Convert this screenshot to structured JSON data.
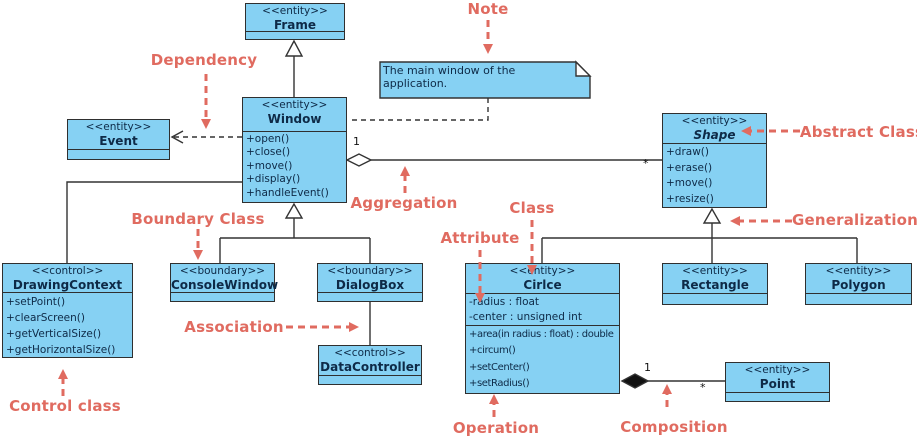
{
  "colors": {
    "class_fill": "#86D1F3",
    "class_border": "#2f2f2f",
    "class_text": "#0e2a47",
    "annotation_red": "#E06B60",
    "connector": "#333333",
    "background": "#ffffff"
  },
  "classes": {
    "frame": {
      "stereotype": "<<entity>>",
      "name": "Frame"
    },
    "window": {
      "stereotype": "<<entity>>",
      "name": "Window",
      "operations": [
        "+open()",
        "+close()",
        "+move()",
        "+display()",
        "+handleEvent()"
      ]
    },
    "event": {
      "stereotype": "<<entity>>",
      "name": "Event"
    },
    "shape": {
      "stereotype": "<<entity>>",
      "name": "Shape",
      "abstract": true,
      "operations": [
        "+draw()",
        "+erase()",
        "+move()",
        "+resize()"
      ]
    },
    "drawing_context": {
      "stereotype": "<<control>>",
      "name": "DrawingContext",
      "operations": [
        "+setPoint()",
        "+clearScreen()",
        "+getVerticalSize()",
        "+getHorizontalSize()"
      ]
    },
    "console_window": {
      "stereotype": "<<boundary>>",
      "name": "ConsoleWindow"
    },
    "dialog_box": {
      "stereotype": "<<boundary>>",
      "name": "DialogBox"
    },
    "data_controller": {
      "stereotype": "<<control>>",
      "name": "DataController"
    },
    "circle": {
      "stereotype": "<<entity>>",
      "name": "Cirlce",
      "attributes": [
        "-radius : float",
        "-center : unsigned int"
      ],
      "operations": [
        "+area(in radius : float) : double",
        "+circum()",
        "+setCenter()",
        "+setRadius()"
      ]
    },
    "rectangle": {
      "stereotype": "<<entity>>",
      "name": "Rectangle"
    },
    "polygon": {
      "stereotype": "<<entity>>",
      "name": "Polygon"
    },
    "point": {
      "stereotype": "<<entity>>",
      "name": "Point"
    }
  },
  "note": {
    "text": "The main window of the application."
  },
  "annotations": {
    "note": {
      "label": "Note"
    },
    "dependency": {
      "label": "Dependency"
    },
    "boundary_class": {
      "label": "Boundary Class"
    },
    "aggregation": {
      "label": "Aggregation"
    },
    "abstract_class": {
      "label": "Abstract Class"
    },
    "generalization": {
      "label": "Generalization"
    },
    "class": {
      "label": "Class"
    },
    "attribute": {
      "label": "Attribute"
    },
    "association": {
      "label": "Association"
    },
    "control_class": {
      "label": "Control class"
    },
    "operation": {
      "label": "Operation"
    },
    "composition": {
      "label": "Composition"
    }
  },
  "multiplicities": {
    "aggregation_source": "1",
    "aggregation_target": "*",
    "composition_source": "1",
    "composition_target": "*"
  },
  "relationships": [
    {
      "type": "generalization",
      "from": "Window",
      "to": "Frame"
    },
    {
      "type": "dependency",
      "from": "Window",
      "to": "Event"
    },
    {
      "type": "aggregation",
      "from": "Window",
      "to": "Shape",
      "source_mult": "1",
      "target_mult": "*"
    },
    {
      "type": "association",
      "from": "Window",
      "to": "DrawingContext"
    },
    {
      "type": "generalization",
      "from": "ConsoleWindow",
      "to": "Window"
    },
    {
      "type": "generalization",
      "from": "DialogBox",
      "to": "Window"
    },
    {
      "type": "association",
      "from": "DialogBox",
      "to": "DataController"
    },
    {
      "type": "generalization",
      "from": "Cirlce",
      "to": "Shape"
    },
    {
      "type": "generalization",
      "from": "Rectangle",
      "to": "Shape"
    },
    {
      "type": "generalization",
      "from": "Polygon",
      "to": "Shape"
    },
    {
      "type": "composition",
      "from": "Cirlce",
      "to": "Point",
      "source_mult": "1",
      "target_mult": "*"
    },
    {
      "type": "note-anchor",
      "from": "Note",
      "to": "Window"
    }
  ]
}
